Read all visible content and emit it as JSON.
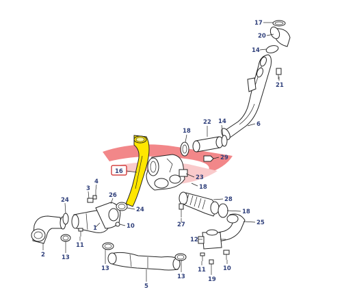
{
  "diagram": {
    "callouts": [
      {
        "id": "c17",
        "text": "17"
      },
      {
        "id": "c20",
        "text": "20"
      },
      {
        "id": "c14a",
        "text": "14"
      },
      {
        "id": "c21",
        "text": "21"
      },
      {
        "id": "c6",
        "text": "6"
      },
      {
        "id": "c22",
        "text": "22"
      },
      {
        "id": "c14b",
        "text": "14"
      },
      {
        "id": "c18a",
        "text": "18"
      },
      {
        "id": "c29",
        "text": "29"
      },
      {
        "id": "c16",
        "text": "16"
      },
      {
        "id": "c23",
        "text": "23"
      },
      {
        "id": "c18b",
        "text": "18"
      },
      {
        "id": "c28",
        "text": "28"
      },
      {
        "id": "c18c",
        "text": "18"
      },
      {
        "id": "c3",
        "text": "3"
      },
      {
        "id": "c4",
        "text": "4"
      },
      {
        "id": "c24a",
        "text": "24"
      },
      {
        "id": "c26",
        "text": "26"
      },
      {
        "id": "c24b",
        "text": "24"
      },
      {
        "id": "c10a",
        "text": "10"
      },
      {
        "id": "c27",
        "text": "27"
      },
      {
        "id": "c25",
        "text": "25"
      },
      {
        "id": "c1",
        "text": "1"
      },
      {
        "id": "c11a",
        "text": "11"
      },
      {
        "id": "c12",
        "text": "12"
      },
      {
        "id": "c2",
        "text": "2"
      },
      {
        "id": "c13a",
        "text": "13"
      },
      {
        "id": "c13b",
        "text": "13"
      },
      {
        "id": "c13c",
        "text": "13"
      },
      {
        "id": "c11b",
        "text": "11"
      },
      {
        "id": "c10b",
        "text": "10"
      },
      {
        "id": "c5",
        "text": "5"
      },
      {
        "id": "c19",
        "text": "19"
      }
    ],
    "highlight_color": "#ffe600",
    "callout_color": "#2f3f7a",
    "selected_box_color": "#cc1f1f",
    "watermark_color": "#e8262a"
  }
}
